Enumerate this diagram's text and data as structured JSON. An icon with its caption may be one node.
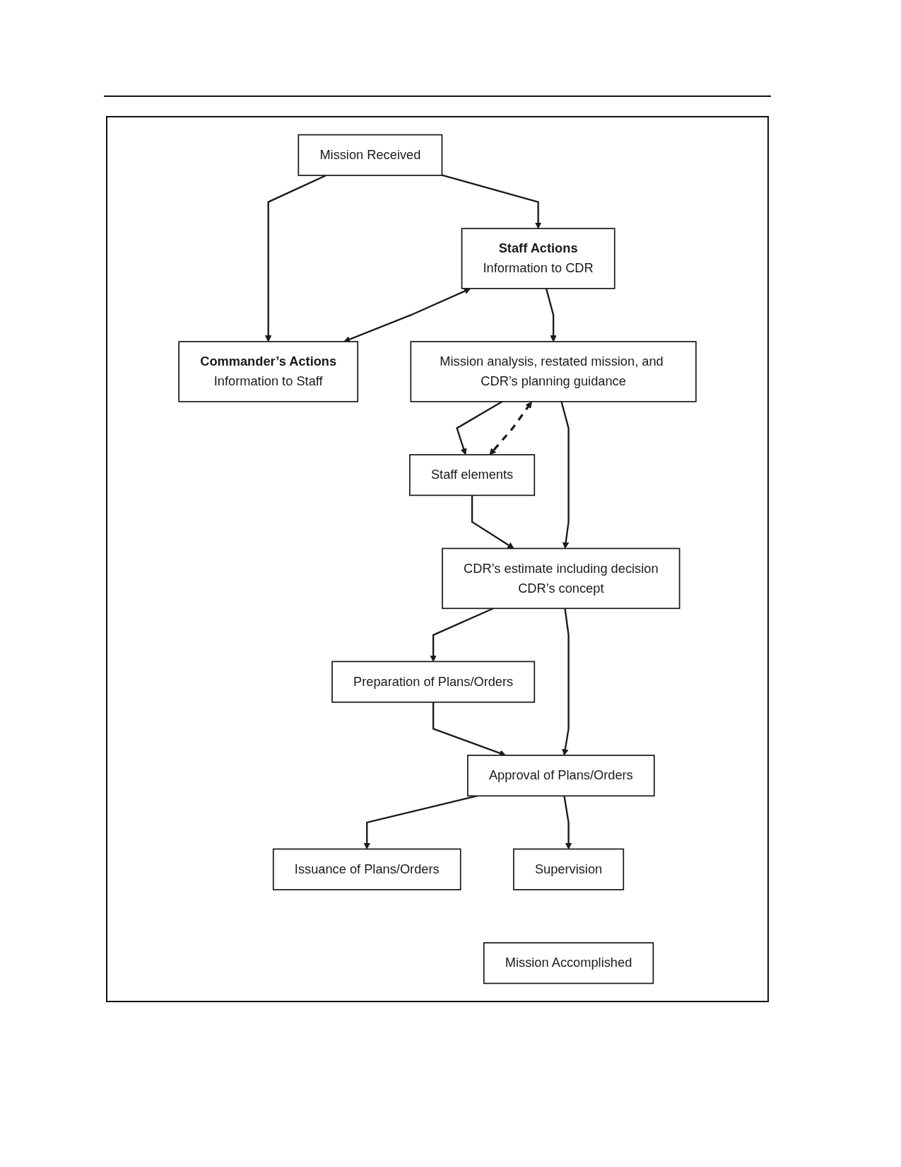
{
  "diagram": {
    "nodes": [
      {
        "text": [
          "Mission Received"
        ]
      },
      {
        "text": [
          "Staff Actions",
          "Information to CDR"
        ]
      },
      {
        "text": [
          "Commander’s Actions",
          "Information to Staff"
        ]
      },
      {
        "text": [
          "Staff elements"
        ]
      },
      {
        "text": [
          "Mission analysis, restated mission, and CDR’s planning guidance"
        ]
      },
      {
        "text": [
          "Preparation of Plans/Orders"
        ]
      },
      {
        "text": [
          "CDR’s estimate including decision",
          "CDR’s concept"
        ]
      },
      {
        "text": [
          "Issuance of Plans/Orders"
        ]
      },
      {
        "text": [
          "Approval of Plans/Orders"
        ]
      },
      {
        "text": [
          "Supervision"
        ]
      },
      {
        "text": [
          "Mission Accomplished"
        ]
      }
    ],
    "edges": [
      {
        "from": 0,
        "to": 1,
        "arrow": "to"
      },
      {
        "from": 0,
        "to": 2,
        "arrow": "to"
      },
      {
        "from": 1,
        "to": 2,
        "arrow": "both"
      },
      {
        "from": 1,
        "to": 4,
        "arrow": "to"
      },
      {
        "from": 4,
        "to": 3,
        "arrow": "to"
      },
      {
        "from": 3,
        "to": 6,
        "arrow": "to"
      },
      {
        "from": 4,
        "to": 6,
        "arrow": "to"
      },
      {
        "from": 6,
        "to": 5,
        "arrow": "to"
      },
      {
        "from": 5,
        "to": 8,
        "arrow": "to"
      },
      {
        "from": 6,
        "to": 8,
        "arrow": "to"
      },
      {
        "from": 8,
        "to": 7,
        "arrow": "to"
      },
      {
        "from": 8,
        "to": 9,
        "arrow": "to"
      },
      {
        "from": 4,
        "to": 3,
        "arrow": "both",
        "style": "dashed"
      }
    ]
  }
}
